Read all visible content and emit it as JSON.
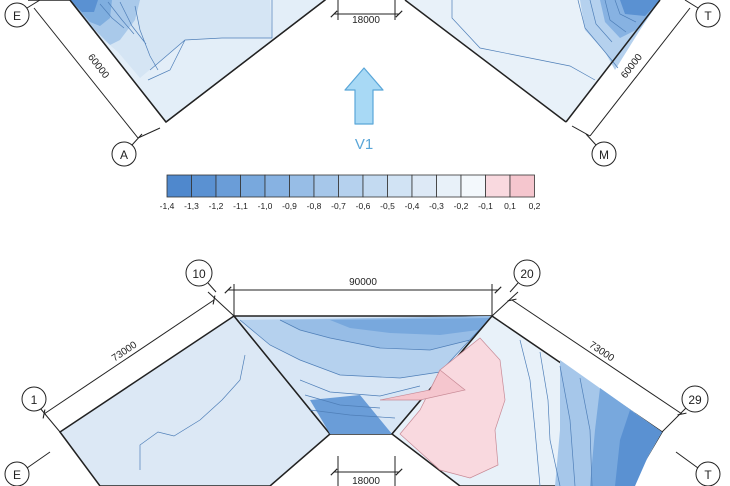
{
  "upper_plan": {
    "dimensions": {
      "left_side": "60000",
      "right_side": "60000",
      "gap": "18000"
    },
    "grid_labels": {
      "top_left": "E",
      "top_right": "T",
      "bottom_left": "A",
      "bottom_right": "M"
    }
  },
  "wind": {
    "label": "V1",
    "arrow_color": "#9cd2f2"
  },
  "legend": {
    "colors": [
      "#4f88cd",
      "#5a91d2",
      "#6a9dd8",
      "#78a8dd",
      "#87b2e2",
      "#97bde6",
      "#a6c7ea",
      "#b5d1ee",
      "#c3daf1",
      "#d1e3f4",
      "#dde9f6",
      "#e8f1f9",
      "#f3f8fc",
      "#f9d9df",
      "#f5c6ce"
    ],
    "labels": [
      "-1,4",
      "-1,3",
      "-1,2",
      "-1,1",
      "-1,0",
      "-0,9",
      "-0,8",
      "-0,7",
      "-0,6",
      "-0,5",
      "-0,4",
      "-0,3",
      "-0,2",
      "-0,1",
      "0,1",
      "0,2"
    ]
  },
  "lower_plan": {
    "dimensions": {
      "top": "90000",
      "left_side": "73000",
      "right_side": "73000",
      "gap": "18000"
    },
    "grid_labels": {
      "top_left": "10",
      "top_right": "20",
      "left": "1",
      "right": "29",
      "bottom_left": "E",
      "bottom_right": "T"
    }
  }
}
